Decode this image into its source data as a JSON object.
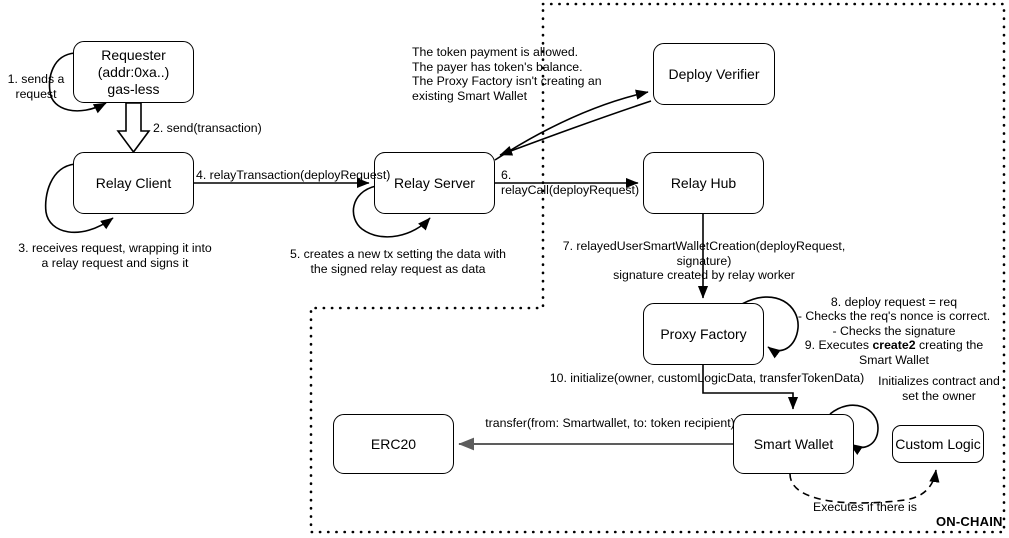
{
  "diagram": {
    "title": "RIF Relay smart wallet deployment flow",
    "boundary_label": "ON-CHAIN",
    "colors": {
      "stroke": "#000000",
      "background": "#ffffff",
      "gray_arrow": "#666666",
      "dotted_boundary": "#000000"
    },
    "nodes": [
      {
        "id": "requester",
        "label": "Requester\n(addr:0xa..)\ngas-less"
      },
      {
        "id": "relay-client",
        "label": "Relay Client"
      },
      {
        "id": "relay-server",
        "label": "Relay Server"
      },
      {
        "id": "deploy-verifier",
        "label": "Deploy Verifier"
      },
      {
        "id": "relay-hub",
        "label": "Relay Hub"
      },
      {
        "id": "proxy-factory",
        "label": "Proxy Factory"
      },
      {
        "id": "smart-wallet",
        "label": "Smart Wallet"
      },
      {
        "id": "custom-logic",
        "label": "Custom Logic"
      },
      {
        "id": "erc20",
        "label": "ERC20"
      }
    ],
    "labels": {
      "step1": "1. sends a\nrequest",
      "step2": "2. send(transaction)",
      "step3": "3. receives request, wrapping it into\na relay request and signs it",
      "step4": "4. relayTransaction(deployRequest)",
      "step5": "5. creates a new tx setting the data with\nthe signed relay request as data",
      "step6": "6. relayCall(deployRequest)",
      "step7": "7. relayedUserSmartWalletCreation(deployRequest, signature)\nsignature created by relay worker",
      "step8_9_pre": "8. deploy request = req\n- Checks the req's nonce is correct.\n- Checks the signature\n9. Executes ",
      "step8_9_bold": "create2",
      "step8_9_post": " creating the\nSmart Wallet",
      "step10": "10. initialize(owner, customLogicData, transferTokenData)",
      "verifier_note": "The token payment is allowed.\nThe payer has token's balance.\nThe Proxy Factory isn't creating an\nexisting Smart Wallet",
      "transfer": "transfer(from: Smartwallet, to: token recipient)",
      "initializes": "Initializes contract and\nset the owner",
      "executes_if": "Executes if there is"
    }
  }
}
